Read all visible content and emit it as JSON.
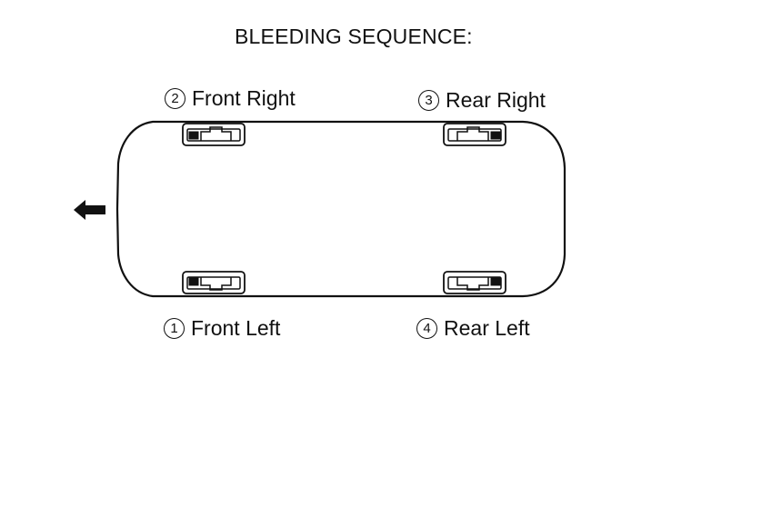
{
  "title": "BLEEDING SEQUENCE:",
  "wheels": [
    {
      "order": "2",
      "name": "Front Right"
    },
    {
      "order": "3",
      "name": "Rear Right"
    },
    {
      "order": "1",
      "name": "Front Left"
    },
    {
      "order": "4",
      "name": "Rear Left"
    }
  ],
  "icons": {
    "direction": "arrow-left-icon",
    "vehicle": "car-top-view-icon",
    "caliper": "brake-caliper-icon"
  },
  "colors": {
    "line": "#111111",
    "background": "#ffffff"
  }
}
